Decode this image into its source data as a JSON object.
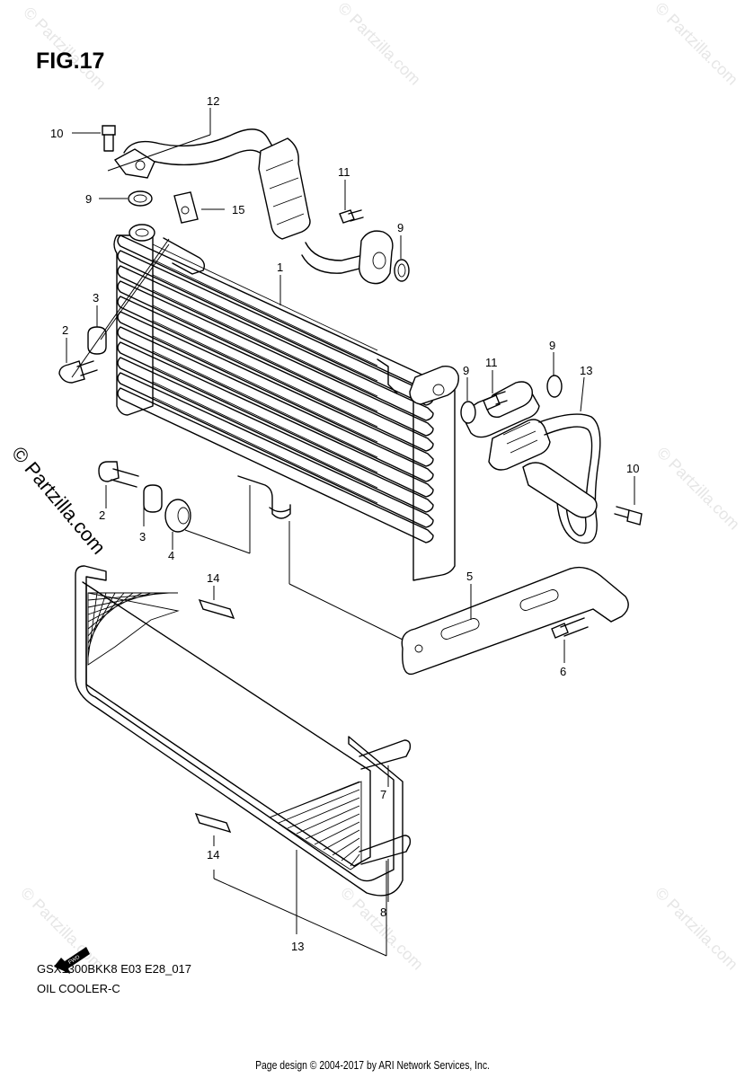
{
  "figure": {
    "title": "FIG.17",
    "model_code": "GSX1300BKK8 E03 E28_017",
    "assembly_name": "OIL COOLER-C"
  },
  "callouts": [
    {
      "id": "c1",
      "label": "1"
    },
    {
      "id": "c2a",
      "label": "2"
    },
    {
      "id": "c2b",
      "label": "2"
    },
    {
      "id": "c3a",
      "label": "3"
    },
    {
      "id": "c3b",
      "label": "3"
    },
    {
      "id": "c4",
      "label": "4"
    },
    {
      "id": "c5",
      "label": "5"
    },
    {
      "id": "c6",
      "label": "6"
    },
    {
      "id": "c7",
      "label": "7"
    },
    {
      "id": "c8",
      "label": "8"
    },
    {
      "id": "c9a",
      "label": "9"
    },
    {
      "id": "c9b",
      "label": "9"
    },
    {
      "id": "c9c",
      "label": "9"
    },
    {
      "id": "c9d",
      "label": "9"
    },
    {
      "id": "c10a",
      "label": "10"
    },
    {
      "id": "c10b",
      "label": "10"
    },
    {
      "id": "c11a",
      "label": "11"
    },
    {
      "id": "c11b",
      "label": "11"
    },
    {
      "id": "c12",
      "label": "12"
    },
    {
      "id": "c13a",
      "label": "13"
    },
    {
      "id": "c13b",
      "label": "13"
    },
    {
      "id": "c14a",
      "label": "14"
    },
    {
      "id": "c14b",
      "label": "14"
    },
    {
      "id": "c15",
      "label": "15"
    }
  ],
  "watermark": {
    "text": "© Partzilla.com",
    "side_text": "© Partzilla.com"
  },
  "fwd_label": "FWD",
  "copyright": "Page design © 2004-2017 by ARI Network Services, Inc."
}
